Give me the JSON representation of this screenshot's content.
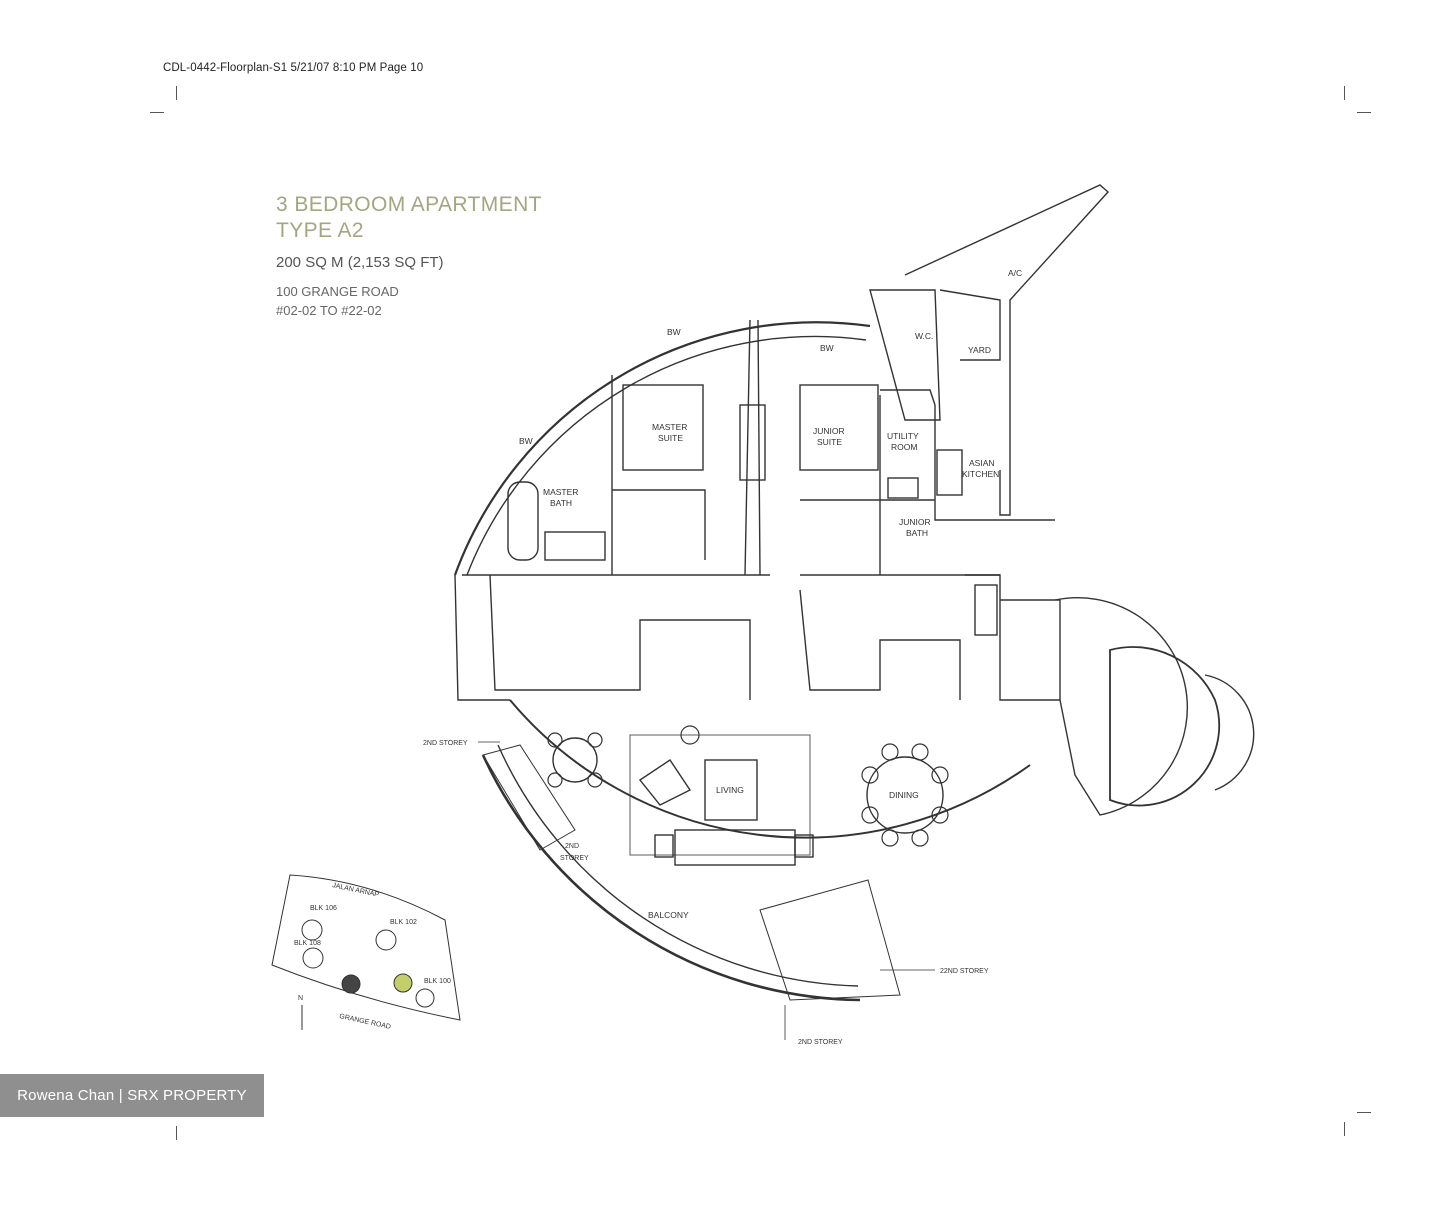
{
  "header": {
    "print_info": "CDL-0442-Floorplan-S1 5/21/07 8:10 PM Page 10"
  },
  "unit": {
    "title_line1": "3 BEDROOM APARTMENT",
    "title_line2": "TYPE A2",
    "area": "200 SQ M (2,153 SQ FT)",
    "address_line1": "100 GRANGE ROAD",
    "address_line2": "#02-02 TO #22-02"
  },
  "rooms": {
    "master_suite": [
      "MASTER",
      "SUITE"
    ],
    "junior_suite": [
      "JUNIOR",
      "SUITE"
    ],
    "utility_room": [
      "UTILITY",
      "ROOM"
    ],
    "asian_kitchen": [
      "ASIAN",
      "KITCHEN"
    ],
    "master_bath": [
      "MASTER",
      "BATH"
    ],
    "junior_bath": [
      "JUNIOR",
      "BATH"
    ],
    "wc": "W.C.",
    "yard": "YARD",
    "ac": "A/C",
    "bw": "BW",
    "living": "LIVING",
    "dining": "DINING",
    "balcony": "BALCONY"
  },
  "storey_labels": {
    "second_storey_top": "2ND STOREY",
    "second_storey_mid": [
      "2ND",
      "STOREY"
    ],
    "twentysecond_storey": "22ND STOREY",
    "second_storey_bottom": "2ND STOREY"
  },
  "site_plan": {
    "road_north": "JALAN ARNAP",
    "road_south": "GRANGE ROAD",
    "blk_106_a": "BLK 106",
    "blk_102": "BLK 102",
    "blk_106_b": "BLK 108",
    "blk_100": "BLK 100",
    "north": "N"
  },
  "watermark": {
    "text": "Rowena Chan | SRX PROPERTY"
  }
}
